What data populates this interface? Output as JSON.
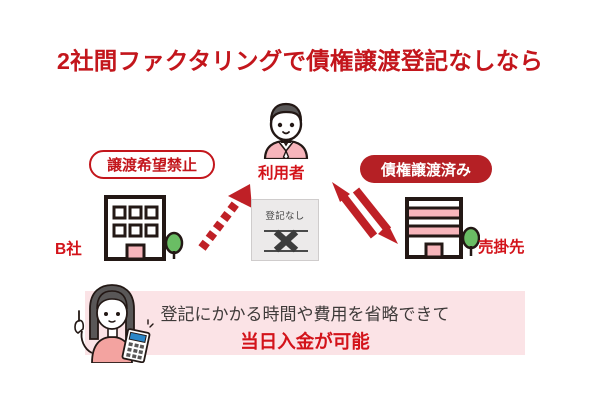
{
  "title": "2社間ファクタリングで債権譲渡登記なしなら",
  "colors": {
    "title_red": "#c3161c",
    "badge_fill": "#b52025",
    "label_red": "#d3131a",
    "banner_bg": "#fbe3e6",
    "highlight_yellow": "#ffd94a",
    "arrow_red": "#bf2026",
    "building_pink": "#f7b5bb",
    "tree_green": "#6abd64",
    "doc_box_bg": "#eceaea",
    "text_dark": "#3e3a39"
  },
  "diagram": {
    "left_badge": "譲渡希望禁止",
    "left_company_label": "B社",
    "center_person_label": "利用者",
    "document_box_label": "登記なし",
    "document_box_mark": "x-mark-icon",
    "right_badge": "債権譲渡済み",
    "right_company_label": "売掛先",
    "arrows": [
      {
        "name": "dashed-arrow-up-right",
        "style": "dashed",
        "direction": "up-right"
      },
      {
        "name": "arrow-up-left",
        "style": "solid",
        "direction": "up-left"
      },
      {
        "name": "arrow-down-right",
        "style": "solid",
        "direction": "down-right"
      }
    ]
  },
  "banner": {
    "line1": "登記にかかる時間や費用を省略できて",
    "line2": "当日入金が可能",
    "illustration": "woman-with-calculator-icon"
  }
}
